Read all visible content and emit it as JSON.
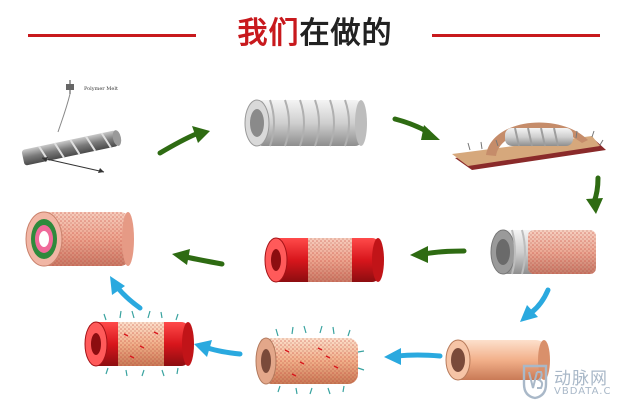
{
  "title": {
    "highlight": "我们",
    "rest": "在做的"
  },
  "callout_label": "Polymer Melt",
  "watermark": {
    "chinese": "动脉网",
    "english": "VBDATA.C"
  },
  "colors": {
    "accent_red": "#c8191d",
    "arrow_green": "#2e6b12",
    "arrow_blue": "#2aa9df",
    "tissue_pink": "#f2b9a8",
    "tube_red": "#d8161c",
    "fiber_white": "#e6e6e6",
    "rod_gray": "#8a8a8a",
    "sheet_maroon": "#8a2a2a",
    "sheet_tan": "#d6a87c",
    "inner_green": "#2e8a3c",
    "inner_pink": "#f06a9a"
  }
}
